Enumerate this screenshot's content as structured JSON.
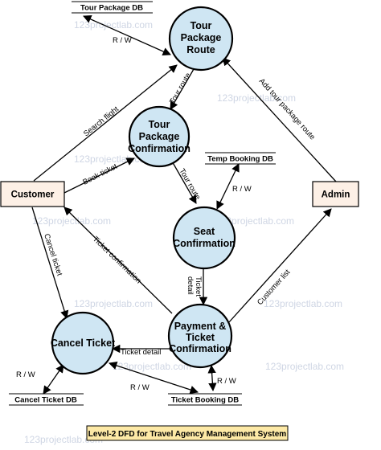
{
  "watermark": "123projectlab.com",
  "caption": "Level-2 DFD for Travel Agency Management System",
  "entities": {
    "customer": "Customer",
    "admin": "Admin"
  },
  "processes": {
    "tour_package_route": [
      "Tour",
      "Package",
      "Route"
    ],
    "tour_package_confirmation": [
      "Tour",
      "Package",
      "Confirmation"
    ],
    "seat_confirmation": [
      "Seat",
      "Confirmation"
    ],
    "payment_ticket_confirmation": [
      "Payment &",
      "Ticket",
      "Confirmation"
    ],
    "cancel_ticket": [
      "Cancel Ticket"
    ]
  },
  "data_stores": {
    "tour_package_db": "Tour Package DB",
    "temp_booking_db": "Temp Booking DB",
    "cancel_ticket_db": "Cancel Ticket DB",
    "ticket_booking_db": "Ticket Booking DB"
  },
  "flows": {
    "rw_tour_package": "R / W",
    "search_flight": "Search flight",
    "tour_route_1": "Tour route",
    "add_tour_package_route": "Add tour package route",
    "book_ticket": "Book ticket",
    "tour_route_2": "Tour route",
    "rw_temp_booking": "R / W",
    "cancel_ticket": "Cancel ticket",
    "ticket_confirmation": "Ticket confirmation",
    "ticket_detail_vertical": [
      "Ticket",
      "detail"
    ],
    "customer_list": "Customer list",
    "ticket_detail": "Ticket detail",
    "rw_cancel_db": "R / W",
    "rw_ticket_bottom": "R / W",
    "rw_ticket_side": "R / W"
  }
}
